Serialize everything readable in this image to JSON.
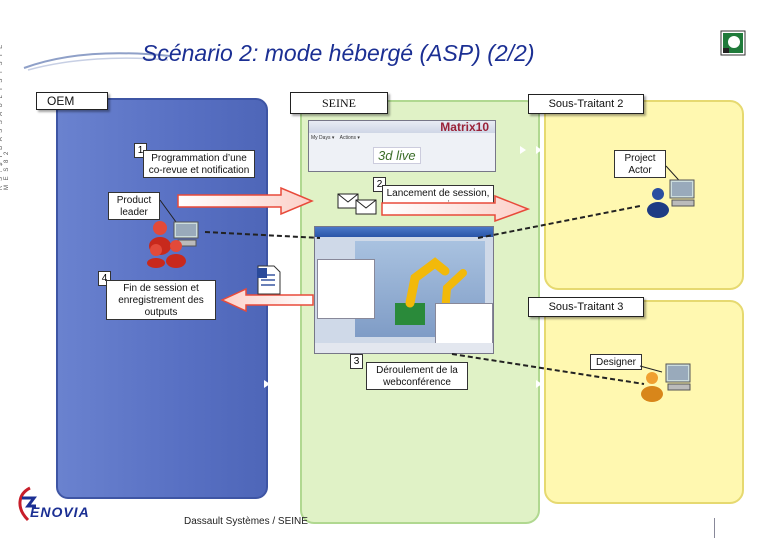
{
  "side_text": "R S ! $ T  D A S S A U L T  S Y S T E M E S  8 2",
  "title": "Scénario 2: mode hébergé (ASP)  (2/2)",
  "colors": {
    "title": "#1b2f93",
    "oem_panel": "#5f78c8",
    "seine_panel": "#dff0c4",
    "sous_traitant_panel": "#fffab5",
    "arrow_fill": "#e84a3a",
    "dashed_line": "#222222"
  },
  "labels": {
    "oem": "OEM",
    "seine": "SEINE",
    "sous_traitant_2": "Sous-Traitant 2",
    "sous_traitant_3": "Sous-Traitant 3"
  },
  "steps": [
    {
      "number": "1",
      "text": "Programmation d’une co-revue et notification"
    },
    {
      "number": "2",
      "text": "Lancement de session, connexion"
    },
    {
      "number": "3",
      "text": "Déroulement de la webconférence"
    },
    {
      "number": "4",
      "text": "Fin de session et enregistrement des outputs"
    }
  ],
  "actors": {
    "product_leader": "Product leader",
    "project_actor": "Project Actor",
    "designer": "Designer"
  },
  "screen": {
    "logo": "Matrix10",
    "brand": "3d live",
    "menu": "My Days ▾    Actions ▾"
  },
  "footer": "Dassault Systèmes / SEINE",
  "logo": {
    "brand": "ENOVIA"
  },
  "icons": [
    "document-icon",
    "envelope-icon",
    "computer-icon",
    "users-icon",
    "person-icon",
    "robot-icon",
    "enovia-logo",
    "corner-logo"
  ]
}
